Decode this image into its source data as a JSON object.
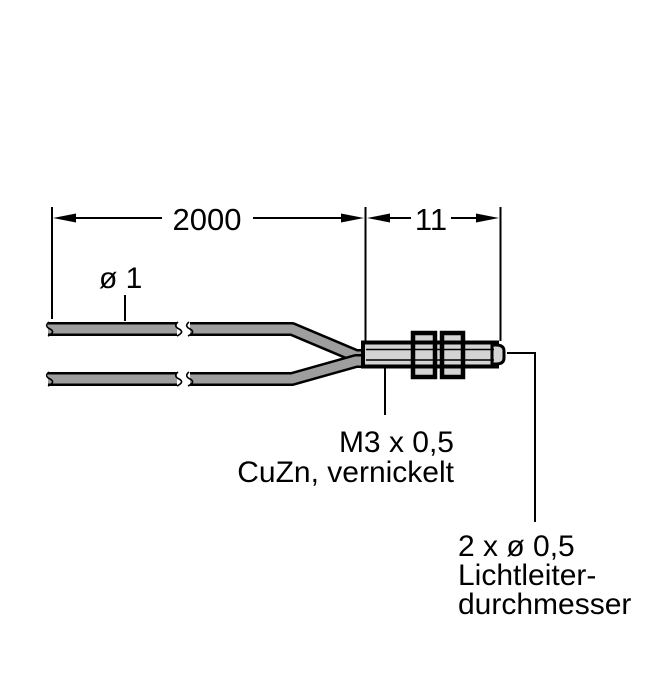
{
  "diagram": {
    "title": "fiber-optic-cable-technical-drawing",
    "dimensions": {
      "cable_length": "2000",
      "sleeve_length": "11"
    },
    "labels": {
      "cable_diameter": "ø 1",
      "thread": "M3 x 0,5",
      "material": "CuZn, vernickelt",
      "fiber_count_diameter": "2 x ø 0,5",
      "fiber_word1": "Lichtleiter-",
      "fiber_word2": "durchmesser"
    },
    "colors": {
      "cable_fill": "#9e9e9e",
      "sleeve_fill": "#d4d4d4",
      "line": "#000000",
      "background": "#ffffff"
    }
  }
}
